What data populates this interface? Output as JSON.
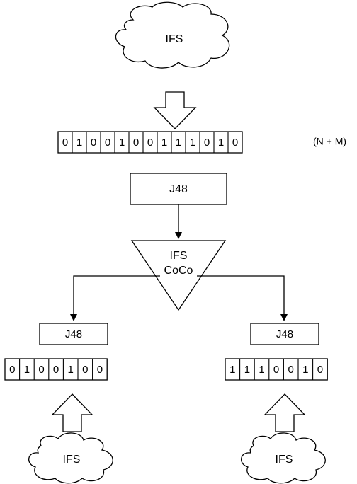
{
  "top_cloud": {
    "label": "IFS"
  },
  "main_vector": {
    "bits": [
      "0",
      "1",
      "0",
      "0",
      "1",
      "0",
      "0",
      "1",
      "1",
      "1",
      "0",
      "1",
      "0"
    ],
    "size_label": "(N + M)"
  },
  "top_classifier": {
    "label": "J48"
  },
  "splitter": {
    "line1": "IFS",
    "line2": "CoCo"
  },
  "left_branch": {
    "classifier_label": "J48",
    "bits": [
      "0",
      "1",
      "0",
      "0",
      "1",
      "0",
      "0"
    ],
    "cloud_label": "IFS"
  },
  "right_branch": {
    "classifier_label": "J48",
    "bits": [
      "1",
      "1",
      "1",
      "0",
      "0",
      "1",
      "0"
    ],
    "cloud_label": "IFS"
  },
  "colors": {
    "stroke": "#000000",
    "fill": "#ffffff"
  }
}
